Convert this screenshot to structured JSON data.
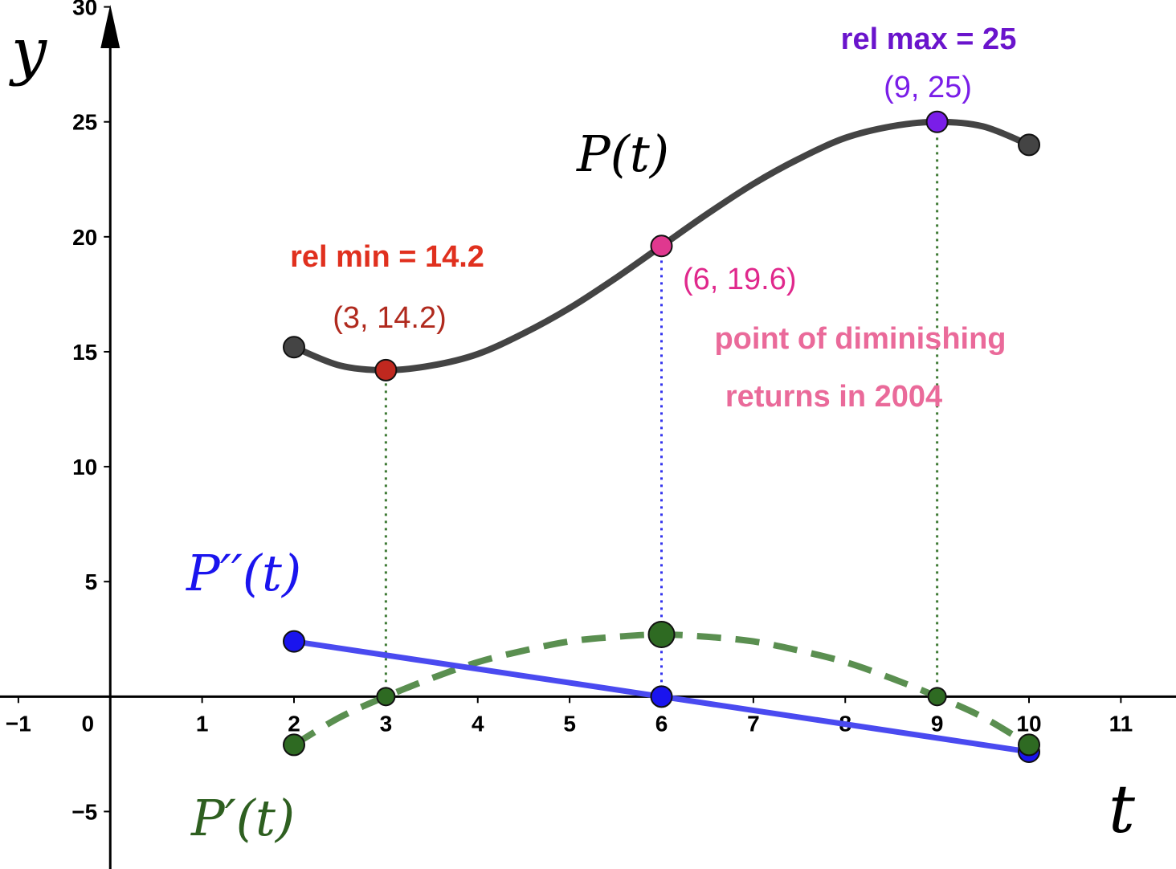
{
  "chart_data": {
    "type": "line",
    "x_label": "t",
    "y_label": "y",
    "xlim": [
      -1.2,
      11.6
    ],
    "ylim": [
      -7.5,
      30.3
    ],
    "x_ticks": [
      -1,
      0,
      1,
      2,
      3,
      4,
      5,
      6,
      7,
      8,
      9,
      10,
      11
    ],
    "y_ticks": [
      -5,
      5,
      10,
      15,
      20,
      25,
      30
    ],
    "x_tick_labels": [
      "−1",
      "0",
      "1",
      "2",
      "3",
      "4",
      "5",
      "6",
      "7",
      "8",
      "9",
      "10",
      "11"
    ],
    "y_tick_labels": [
      "−5",
      "5",
      "10",
      "15",
      "20",
      "25",
      "30"
    ],
    "grid": false,
    "series": [
      {
        "name": "P(t)",
        "color": "#444444",
        "style": "solid",
        "x": [
          2,
          2.5,
          3,
          3.5,
          4,
          4.5,
          5,
          5.5,
          6,
          6.5,
          7,
          7.5,
          8,
          8.5,
          9,
          9.5,
          10
        ],
        "y": [
          15.2,
          14.4,
          14.2,
          14.4,
          14.9,
          15.8,
          16.9,
          18.2,
          19.6,
          21.0,
          22.3,
          23.4,
          24.3,
          24.8,
          25.0,
          24.8,
          24.0
        ],
        "markers": [
          {
            "x": 2,
            "y": 15.2,
            "color": "#444444"
          },
          {
            "x": 3,
            "y": 14.2,
            "color": "#c0281f"
          },
          {
            "x": 6,
            "y": 19.6,
            "color": "#e0388f"
          },
          {
            "x": 9,
            "y": 25,
            "color": "#7a1ee8"
          },
          {
            "x": 10,
            "y": 24,
            "color": "#444444"
          }
        ]
      },
      {
        "name": "P'(t)",
        "color": "#5a8f50",
        "style": "dashed",
        "x": [
          2,
          2.5,
          3,
          3.5,
          4,
          4.5,
          5,
          5.5,
          6,
          6.5,
          7,
          7.5,
          8,
          8.5,
          9,
          9.5,
          10
        ],
        "y": [
          -2.1,
          -0.9,
          0,
          0.8,
          1.5,
          2.0,
          2.4,
          2.6,
          2.7,
          2.6,
          2.4,
          2.0,
          1.5,
          0.8,
          0,
          -0.9,
          -2.1
        ],
        "markers": [
          {
            "x": 2,
            "y": -2.1,
            "color": "#2e6a22"
          },
          {
            "x": 3,
            "y": 0,
            "color": "#2e6a22"
          },
          {
            "x": 6,
            "y": 2.7,
            "color": "#2e6a22"
          },
          {
            "x": 9,
            "y": 0,
            "color": "#2e6a22"
          },
          {
            "x": 10,
            "y": -2.1,
            "color": "#2e6a22"
          }
        ]
      },
      {
        "name": "P''(t)",
        "color": "#4a4af0",
        "style": "solid",
        "x": [
          2,
          10
        ],
        "y": [
          2.4,
          -2.4
        ],
        "markers": [
          {
            "x": 2,
            "y": 2.4,
            "color": "#1a14ee"
          },
          {
            "x": 6,
            "y": 0,
            "color": "#1a14ee"
          },
          {
            "x": 10,
            "y": -2.4,
            "color": "#1a14ee"
          }
        ]
      }
    ],
    "guides": [
      {
        "x": 3,
        "y_from": 0,
        "y_to": 14.2,
        "color": "#3f7a35"
      },
      {
        "x": 6,
        "y_from": 0,
        "y_to": 19.6,
        "color": "#3333ee"
      },
      {
        "x": 9,
        "y_from": 0,
        "y_to": 25,
        "color": "#3f7a35"
      }
    ],
    "labels": {
      "curve_P": "P(t)",
      "curve_P1": "P′(t)",
      "curve_P2": "P′′(t)",
      "rel_min": "rel min = 14.2",
      "rel_min_point": "(3, 14.2)",
      "rel_max": "rel max = 25",
      "rel_max_point": "(9, 25)",
      "inflection_point": "(6, 19.6)",
      "inflection_line1": "point of diminishing",
      "inflection_line2": "returns in 2004"
    },
    "colors": {
      "rel_min": "#e0301e",
      "rel_min_point": "#b02a1e",
      "rel_max": "#6a14cc",
      "rel_max_point": "#7a1ee8",
      "inflection_point": "#e0288c",
      "inflection_text": "#ea6a9a",
      "P": "#000000",
      "P1": "#2e5f20",
      "P2": "#1a14ee"
    }
  }
}
